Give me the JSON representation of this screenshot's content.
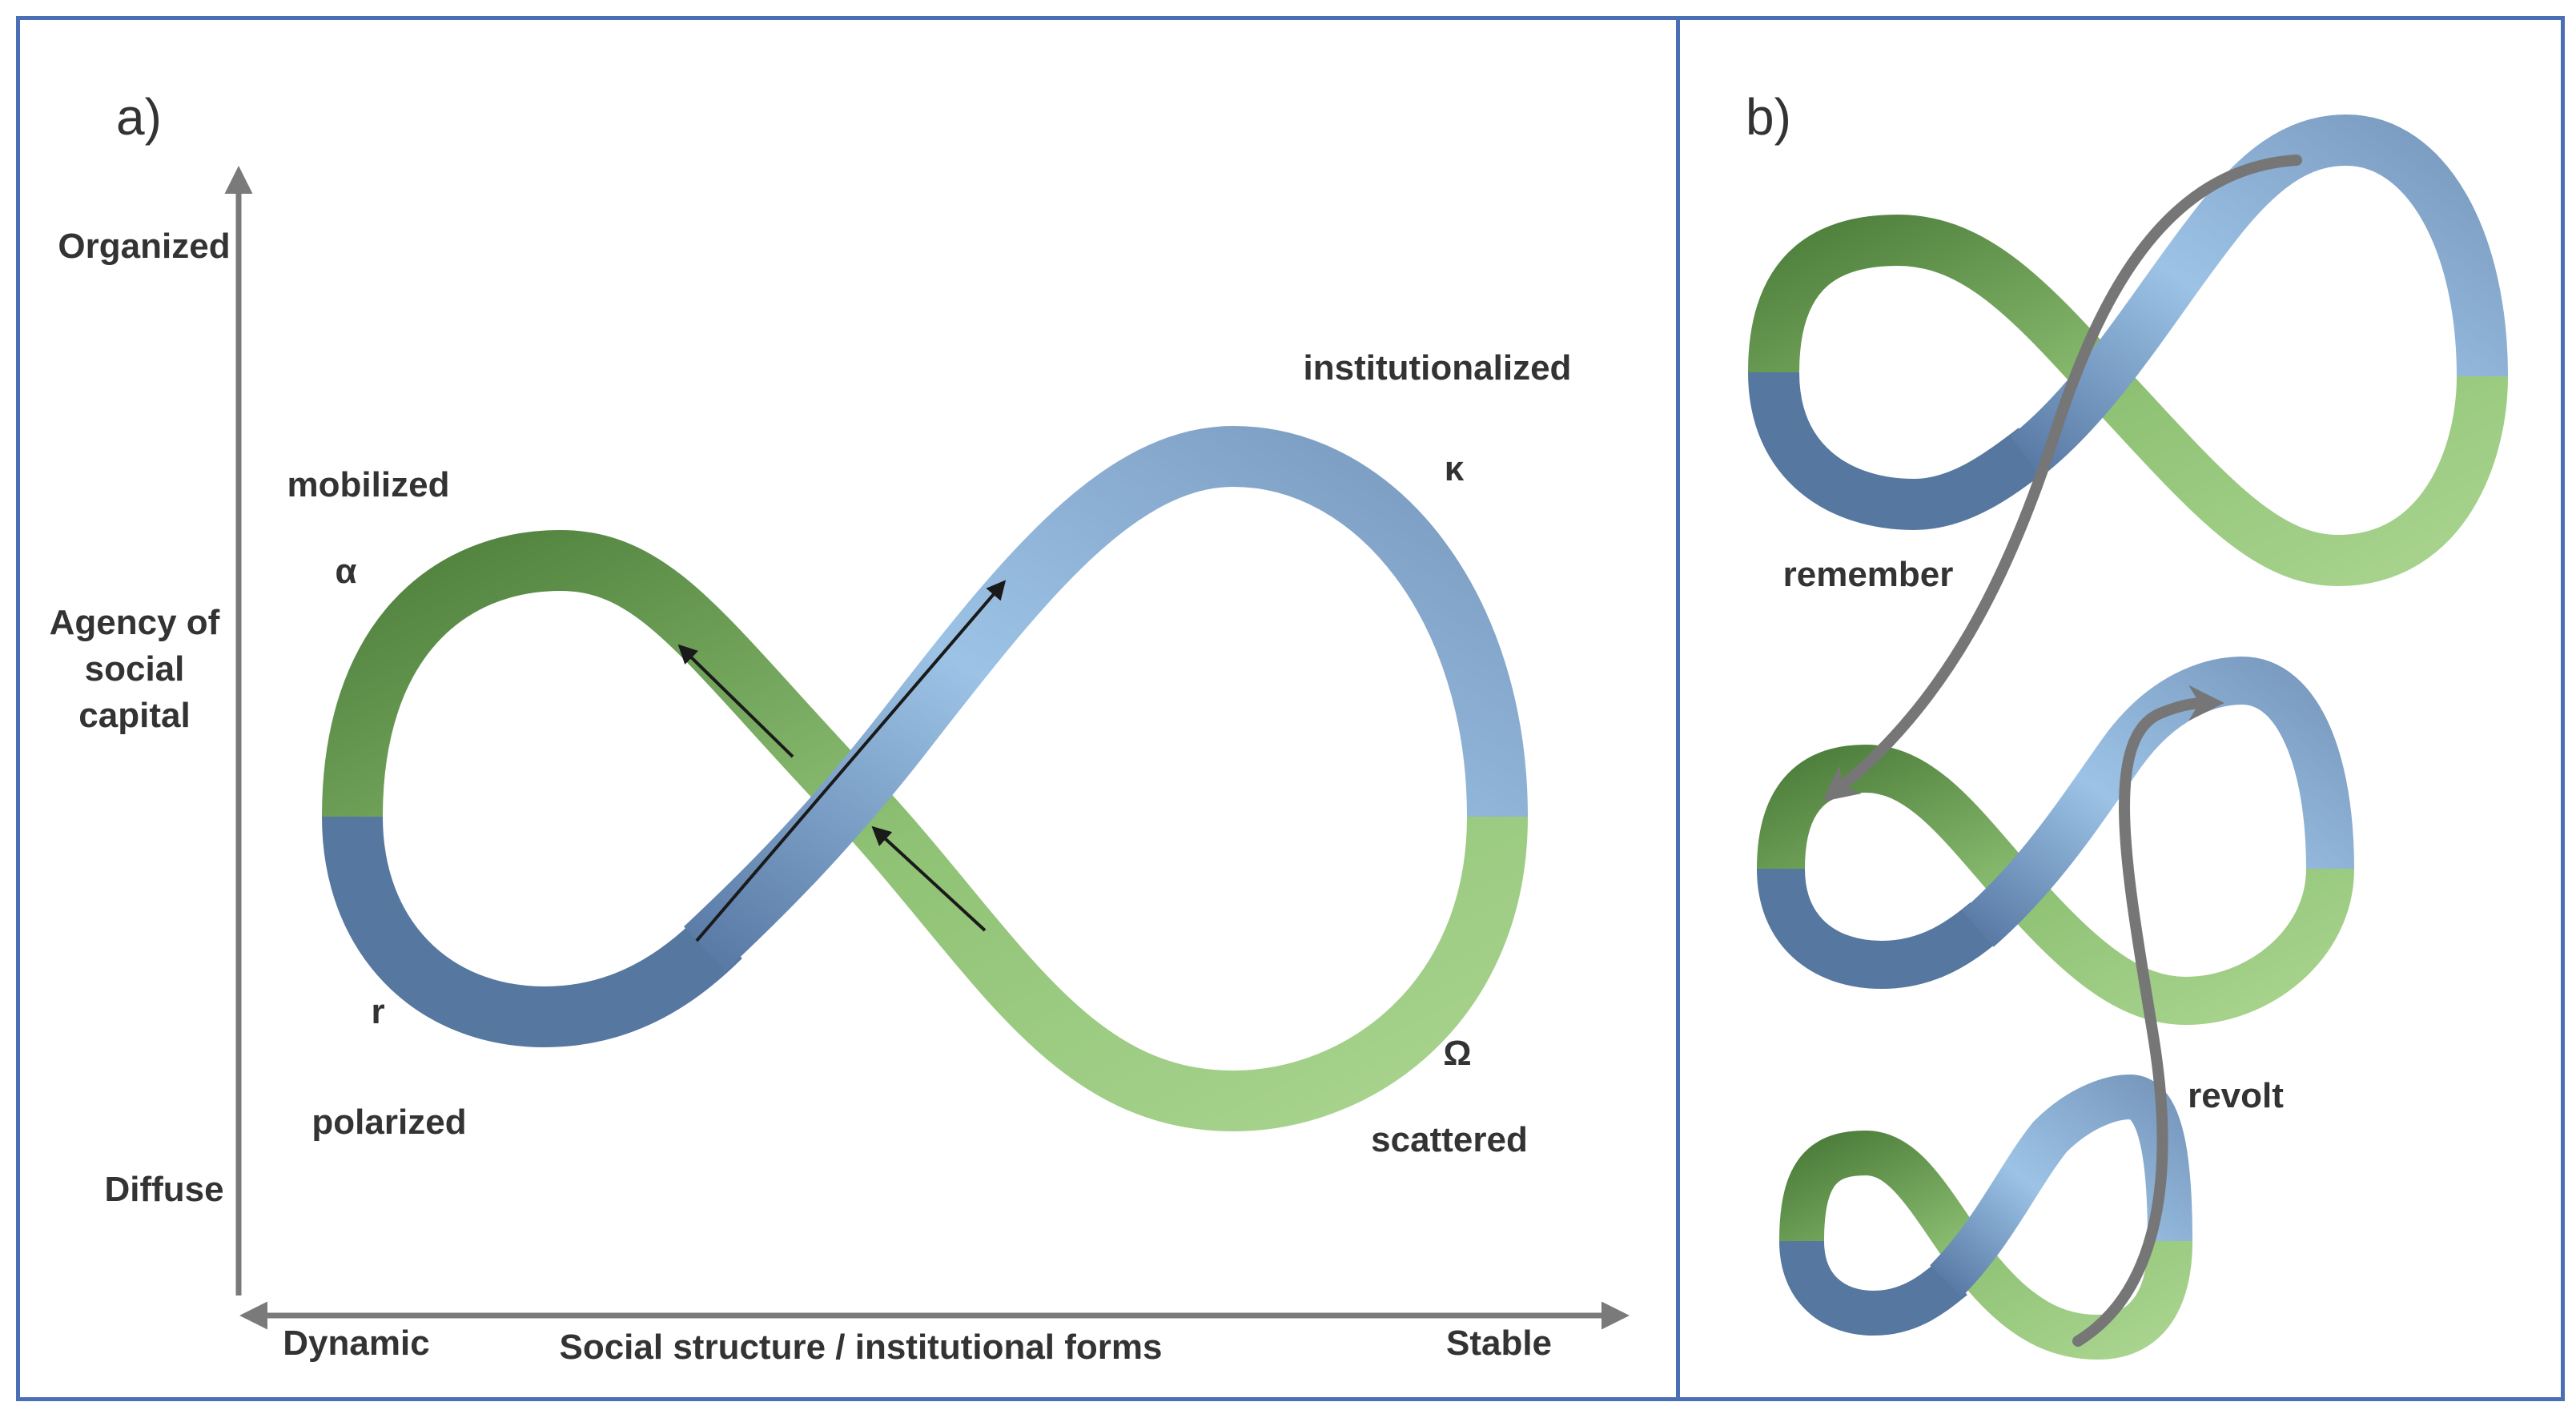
{
  "panel_a": {
    "tag": "a)",
    "y_axis": {
      "top": "Organized",
      "middle": [
        "Agency of",
        "social",
        "capital"
      ],
      "bottom": "Diffuse"
    },
    "x_axis": {
      "left": "Dynamic",
      "middle": "Social structure / institutional forms",
      "right": "Stable"
    },
    "phases": {
      "mobilized": "mobilized",
      "alpha": "α",
      "polarized": "polarized",
      "r": "r",
      "institutionalized": "institutionalized",
      "kappa": "κ",
      "scattered": "scattered",
      "omega": "Ω"
    }
  },
  "panel_b": {
    "tag": "b)",
    "remember": "remember",
    "revolt": "revolt"
  },
  "colors": {
    "border": "#4a6fb5",
    "axis": "#7a7a7a",
    "dark_green": "#4e7f3c",
    "light_green": "#a6d28c",
    "light_blue": "#9cc3e6",
    "dark_blue": "#52739e",
    "gray_arrow": "#767676",
    "text": "#333333"
  }
}
